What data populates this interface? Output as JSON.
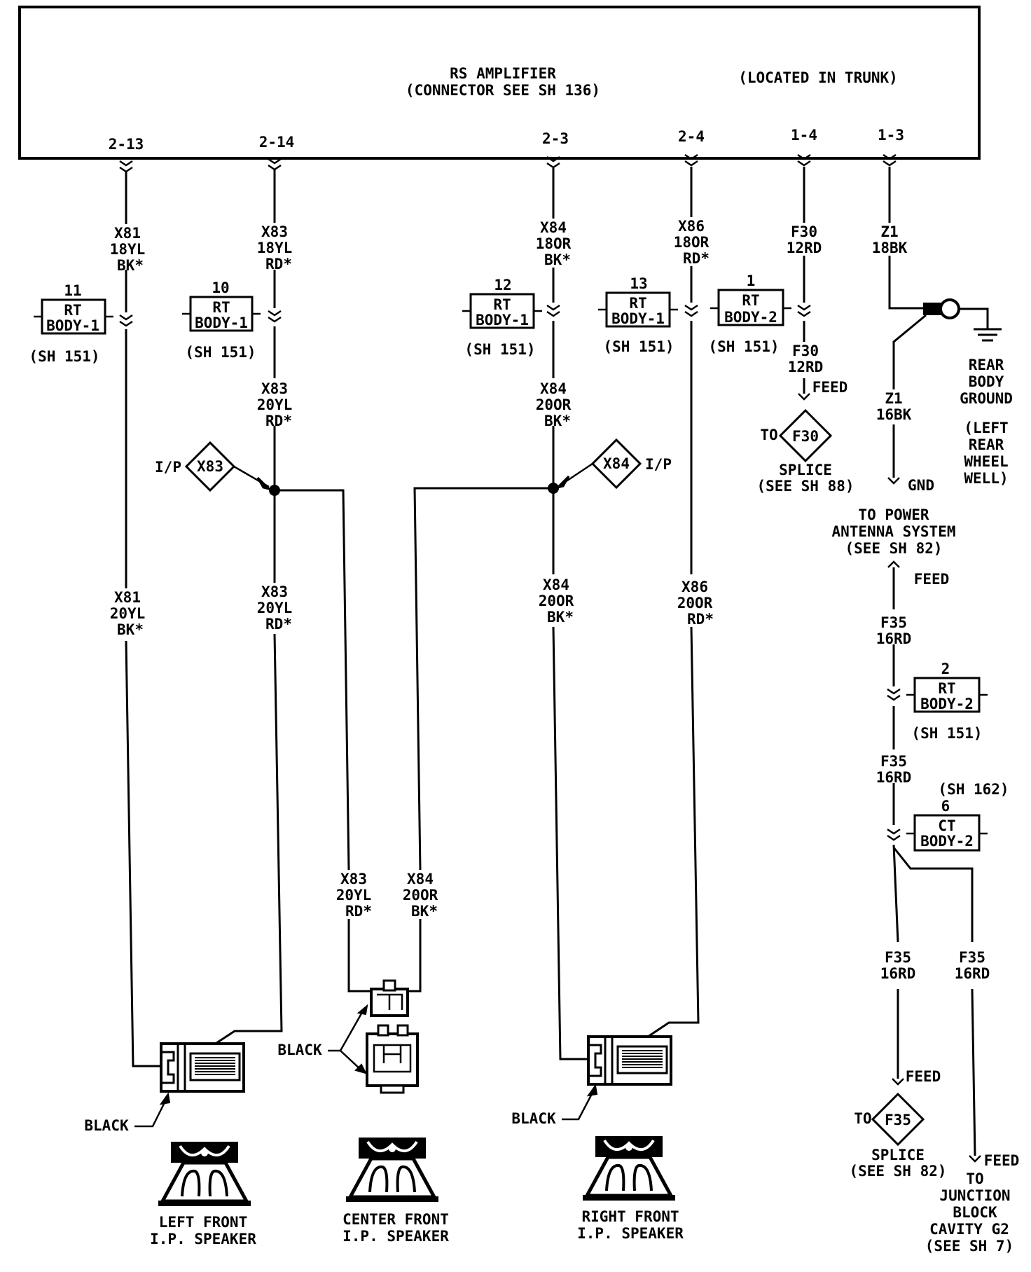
{
  "amplifier": {
    "title": "RS AMPLIFIER",
    "connector_note": "(CONNECTOR SEE SH 136)",
    "location": "(LOCATED IN TRUNK)",
    "pins": [
      "2-13",
      "2-14",
      "2-3",
      "2-4",
      "1-4",
      "1-3"
    ]
  },
  "wires": {
    "x81_top": [
      "X81",
      "18YL",
      "BK*"
    ],
    "x83_top": [
      "X83",
      "18YL",
      "RD*"
    ],
    "x84_top": [
      "X84",
      "18OR",
      "BK*"
    ],
    "x86_top": [
      "X86",
      "18OR",
      "RD*"
    ],
    "f30_top": [
      "F30",
      "12RD"
    ],
    "z1_top": [
      "Z1",
      "18BK"
    ],
    "x83_mid": [
      "X83",
      "20YL",
      "RD*"
    ],
    "x84_mid": [
      "X84",
      "20OR",
      "BK*"
    ],
    "f30_low": [
      "F30",
      "12RD"
    ],
    "z1_low": [
      "Z1",
      "16BK"
    ],
    "x81_low": [
      "X81",
      "20YL",
      "BK*"
    ],
    "x83_low": [
      "X83",
      "20YL",
      "RD*"
    ],
    "x84_low": [
      "X84",
      "20OR",
      "BK*"
    ],
    "x86_low": [
      "X86",
      "20OR",
      "RD*"
    ],
    "f35_a": [
      "F35",
      "16RD"
    ],
    "f35_b": [
      "F35",
      "16RD"
    ],
    "f35_c": [
      "F35",
      "16RD"
    ],
    "f35_d": [
      "F35",
      "16RD"
    ],
    "x83_center": [
      "X83",
      "20YL",
      "RD*"
    ],
    "x84_center": [
      "X84",
      "20OR",
      "BK*"
    ]
  },
  "connectors": {
    "c11": {
      "num": "11",
      "line1": "RT",
      "line2": "BODY-1",
      "sheet": "(SH 151)"
    },
    "c10": {
      "num": "10",
      "line1": "RT",
      "line2": "BODY-1",
      "sheet": "(SH 151)"
    },
    "c12": {
      "num": "12",
      "line1": "RT",
      "line2": "BODY-1",
      "sheet": "(SH 151)"
    },
    "c13": {
      "num": "13",
      "line1": "RT",
      "line2": "BODY-1",
      "sheet": "(SH 151)"
    },
    "c1": {
      "num": "1",
      "line1": "RT",
      "line2": "BODY-2",
      "sheet": "(SH 151)"
    },
    "c2": {
      "num": "2",
      "line1": "RT",
      "line2": "BODY-2",
      "sheet": "(SH 151)"
    },
    "c6": {
      "num": "6",
      "line1": "CT",
      "line2": "BODY-2",
      "sheet": "(SH 162)"
    }
  },
  "splices": {
    "x83": {
      "label": "X83",
      "side": "I/P"
    },
    "x84": {
      "label": "X84",
      "side": "I/P"
    },
    "f30": {
      "to": "TO",
      "label": "F30",
      "name": "SPLICE",
      "ref": "(SEE SH 88)",
      "feed": "FEED"
    },
    "f35": {
      "to": "TO",
      "label": "F35",
      "name": "SPLICE",
      "ref": "(SEE SH 82)",
      "feed": "FEED"
    }
  },
  "ground": {
    "lines": [
      "REAR",
      "BODY",
      "GROUND"
    ],
    "note": [
      "(LEFT",
      "REAR",
      "WHEEL",
      "WELL)"
    ]
  },
  "antenna": {
    "gnd": "GND",
    "feed": "FEED",
    "lines": [
      "TO POWER",
      "ANTENNA SYSTEM",
      "(SEE SH 82)"
    ]
  },
  "junction": {
    "feed": "FEED",
    "lines": [
      "TO",
      "JUNCTION",
      "BLOCK",
      "CAVITY G2",
      "(SEE SH 7)"
    ]
  },
  "speakers": {
    "left": {
      "color_label": "BLACK",
      "line1": "LEFT FRONT",
      "line2": "I.P. SPEAKER"
    },
    "center": {
      "color_label": "BLACK",
      "line1": "CENTER FRONT",
      "line2": "I.P. SPEAKER"
    },
    "right": {
      "color_label": "BLACK",
      "line1": "RIGHT FRONT",
      "line2": "I.P. SPEAKER"
    }
  }
}
